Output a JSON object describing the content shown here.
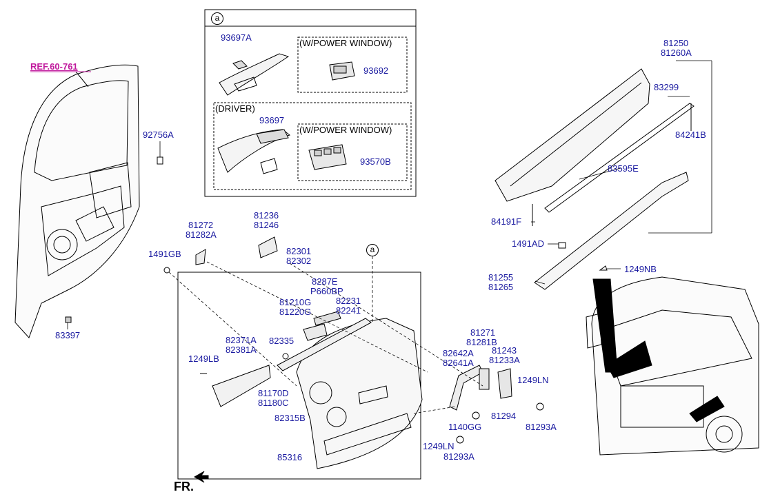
{
  "callout": "a",
  "ref_label": "REF.60-761",
  "orientation": "FR.",
  "inset": {
    "power_window_note_1": "(W/POWER WINDOW)",
    "driver_note": "(DRIVER)",
    "power_window_note_2": "(W/POWER WINDOW)"
  },
  "parts": {
    "p93697A": "93697A",
    "p93692": "93692",
    "p93697": "93697",
    "p93570B": "93570B",
    "p92756A": "92756A",
    "p83397": "83397",
    "p81250": "81250",
    "p81260A": "81260A",
    "p83299": "83299",
    "p84241B": "84241B",
    "p83595E": "83595E",
    "p84191F": "84191F",
    "p1491AD": "1491AD",
    "p1249NB_r": "1249NB",
    "p81255": "81255",
    "p81265": "81265",
    "p81236": "81236",
    "p81246": "81246",
    "p81272": "81272",
    "p81282A": "81282A",
    "p1491GB": "1491GB",
    "p82301": "82301",
    "p82302": "82302",
    "p8287E": "8287E",
    "pP660BP": "P660BP",
    "p82231": "82231",
    "p82241": "82241",
    "p81210G": "81210G",
    "p81220G": "81220G",
    "p82335": "82335",
    "p82371A": "82371A",
    "p82381A": "82381A",
    "p1249LB": "1249LB",
    "p81170D": "81170D",
    "p81180C": "81180C",
    "p82315B": "82315B",
    "p85316": "85316",
    "p81271": "81271",
    "p81281B": "81281B",
    "p82642A": "82642A",
    "p82641A": "82641A",
    "p81243": "81243",
    "p81233A": "81233A",
    "p1249LN_a": "1249LN",
    "p81294": "81294",
    "p1140GG": "1140GG",
    "p81293A_a": "81293A",
    "p1249LN_b": "1249LN",
    "p81293A_b": "81293A"
  }
}
